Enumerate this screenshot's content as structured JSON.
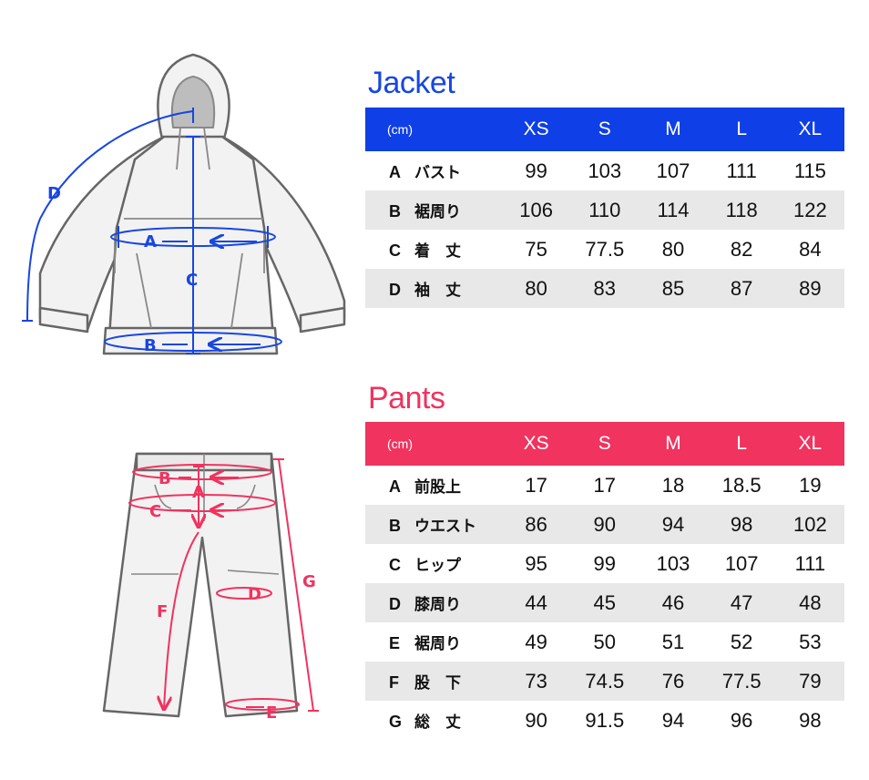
{
  "jacket": {
    "title": "Jacket",
    "unit": "(cm)",
    "sizes": [
      "XS",
      "S",
      "M",
      "L",
      "XL"
    ],
    "rows": [
      {
        "key": "A",
        "name": "バスト",
        "values": [
          "99",
          "103",
          "107",
          "111",
          "115"
        ]
      },
      {
        "key": "B",
        "name": "裾周り",
        "values": [
          "106",
          "110",
          "114",
          "118",
          "122"
        ]
      },
      {
        "key": "C",
        "name": "着　丈",
        "values": [
          "75",
          "77.5",
          "80",
          "82",
          "84"
        ]
      },
      {
        "key": "D",
        "name": "袖　丈",
        "values": [
          "80",
          "83",
          "85",
          "87",
          "89"
        ]
      }
    ],
    "diagram_labels": {
      "a": "A",
      "b": "B",
      "c": "C",
      "d": "D"
    }
  },
  "pants": {
    "title": "Pants",
    "unit": "(cm)",
    "sizes": [
      "XS",
      "S",
      "M",
      "L",
      "XL"
    ],
    "rows": [
      {
        "key": "A",
        "name": "前股上",
        "values": [
          "17",
          "17",
          "18",
          "18.5",
          "19"
        ]
      },
      {
        "key": "B",
        "name": "ウエスト",
        "values": [
          "86",
          "90",
          "94",
          "98",
          "102"
        ]
      },
      {
        "key": "C",
        "name": "ヒップ",
        "values": [
          "95",
          "99",
          "103",
          "107",
          "111"
        ]
      },
      {
        "key": "D",
        "name": "膝周り",
        "values": [
          "44",
          "45",
          "46",
          "47",
          "48"
        ]
      },
      {
        "key": "E",
        "name": "裾周り",
        "values": [
          "49",
          "50",
          "51",
          "52",
          "53"
        ]
      },
      {
        "key": "F",
        "name": "股　下",
        "values": [
          "73",
          "74.5",
          "76",
          "77.5",
          "79"
        ]
      },
      {
        "key": "G",
        "name": "総　丈",
        "values": [
          "90",
          "91.5",
          "94",
          "96",
          "98"
        ]
      }
    ],
    "diagram_labels": {
      "a": "A",
      "b": "B",
      "c": "C",
      "d": "D",
      "e": "E",
      "f": "F",
      "g": "G"
    }
  },
  "colors": {
    "jacket_accent": "#0f3fe6",
    "pants_accent": "#f0335f",
    "row_alt": "#e8e8e8"
  }
}
